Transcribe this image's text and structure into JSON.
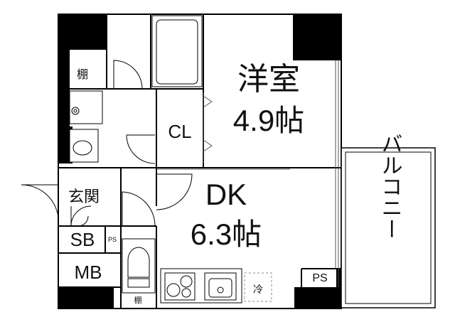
{
  "rooms": {
    "western_room": {
      "name": "洋室",
      "size": "4.9帖"
    },
    "dk": {
      "name": "DK",
      "size": "6.3帖"
    },
    "closet": "CL",
    "shelf_top": "棚",
    "entrance": "玄関",
    "shoe_box": "SB",
    "pipe_space_small": "PS",
    "meter_box": "MB",
    "shelf_toilet": "棚",
    "fridge": "冷",
    "pipe_space": "PS",
    "balcony": "バルコニー"
  },
  "colors": {
    "wall": "#000000",
    "line": "#555555",
    "background": "#ffffff"
  }
}
